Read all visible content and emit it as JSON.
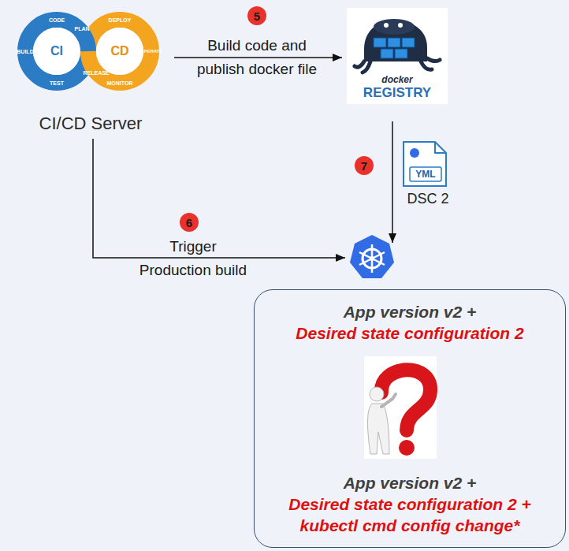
{
  "diagram": {
    "nodes": [
      {
        "text": [
          "CI/CD Server"
        ]
      },
      {
        "text": [
          "docker",
          "REGISTRY"
        ]
      },
      {
        "text": []
      },
      {
        "text": [
          "App version v2 +",
          "Desired state configuration 2",
          "App version v2 +",
          "Desired state configuration 2 + kubectl cmd config change*"
        ]
      }
    ],
    "edges": [
      {
        "from": 0,
        "to": 1,
        "arrow": "to",
        "label": "Build code and publish docker file"
      },
      {
        "from": 0,
        "to": 2,
        "arrow": "to",
        "label": "Trigger Production build"
      },
      {
        "from": 1,
        "to": 2,
        "arrow": "to"
      }
    ],
    "labels": [
      "CI",
      "CD",
      "CODE",
      "BUILD",
      "TEST",
      "PLAN",
      "RELEASE",
      "DEPLOY",
      "OPERATE",
      "MONITOR",
      "5",
      "6",
      "7",
      "YML",
      "DSC 2"
    ]
  }
}
